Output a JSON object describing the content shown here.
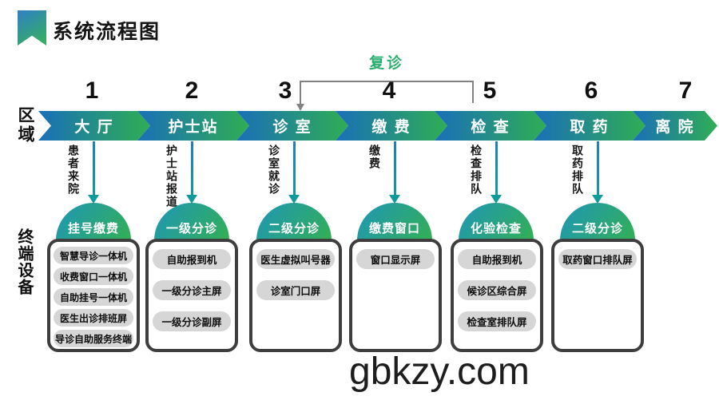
{
  "title": "系统流程图",
  "side_labels": {
    "zone": "区域",
    "devices": "终端设备"
  },
  "revisit": {
    "label": "复诊"
  },
  "watermark": "gbkzy.com",
  "stages": [
    {
      "num": "1",
      "name": "大 厅",
      "flow": "患者来院"
    },
    {
      "num": "2",
      "name": "护士站",
      "flow": "护士站报道"
    },
    {
      "num": "3",
      "name": "诊 室",
      "flow": "诊室就诊"
    },
    {
      "num": "4",
      "name": "缴 费",
      "flow": "缴费"
    },
    {
      "num": "5",
      "name": "检 查",
      "flow": "检查排队"
    },
    {
      "num": "6",
      "name": "取 药",
      "flow": "取药排队"
    },
    {
      "num": "7",
      "name": "离 院",
      "flow": ""
    }
  ],
  "device_groups": [
    {
      "header": "挂号缴费",
      "items": [
        "智慧导诊一体机",
        "收费窗口一体机",
        "自助挂号一体机",
        "医生出诊排班屏",
        "导诊自助服务终端"
      ]
    },
    {
      "header": "一级分诊",
      "items": [
        "自助报到机",
        "一级分诊主屏",
        "一级分诊副屏"
      ]
    },
    {
      "header": "二级分诊",
      "items": [
        "医生虚拟叫号器",
        "诊室门口屏"
      ]
    },
    {
      "header": "缴费窗口",
      "items": [
        "窗口显示屏"
      ]
    },
    {
      "header": "化验检查",
      "items": [
        "自助报到机",
        "候诊区综合屏",
        "检查室排队屏"
      ]
    },
    {
      "header": "二级分诊",
      "items": [
        "取药窗口排队屏"
      ]
    }
  ],
  "colors": {
    "banner_blue": "#1a6fb8",
    "banner_green": "#2fae53",
    "dome_start": "#1e96b8",
    "dome_end": "#33af54",
    "line_start": "#1d7fc0",
    "line_end": "#0f9b9b",
    "revisit_green": "#2bae6e",
    "pill_bg": "#d6d6d6",
    "box_border": "#3e3e3e",
    "connector_gray": "#828282",
    "icon_start": "#2e80c6",
    "icon_end": "#37b356"
  }
}
